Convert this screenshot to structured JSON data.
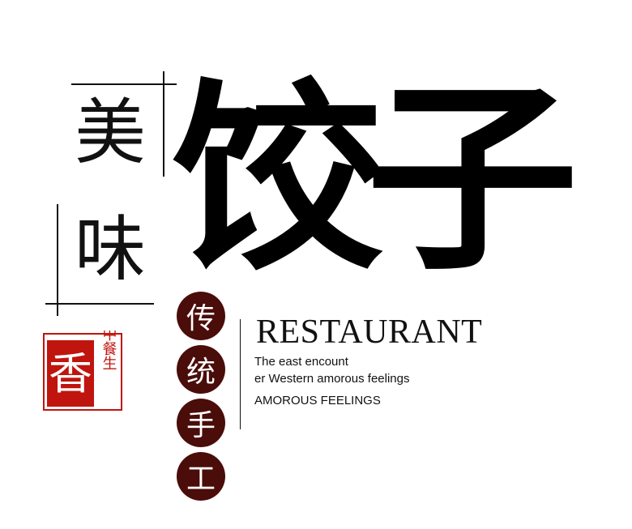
{
  "logo": {
    "small_chars": [
      "美",
      "味"
    ],
    "big_title": "饺子",
    "seal_main": "香",
    "seal_side": "中餐生",
    "vertical_circles": [
      "传",
      "统",
      "手",
      "工"
    ],
    "restaurant": "RESTAURANT",
    "desc_line1": "The east encount",
    "desc_line2": "er Western amorous feelings",
    "desc_line3": "AMOROUS FEELINGS"
  },
  "colors": {
    "ink": "#111111",
    "seal_red": "#c0140e",
    "circle_brown": "#4a0d09",
    "background": "#ffffff"
  }
}
